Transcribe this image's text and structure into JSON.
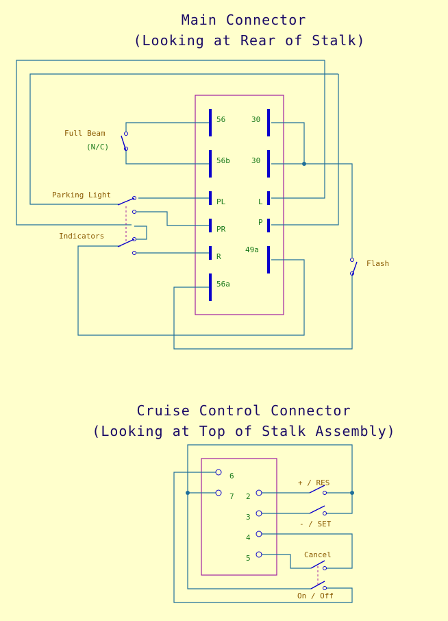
{
  "main_connector": {
    "title_line1": "Main Connector",
    "title_line2": "(Looking at Rear of Stalk)",
    "labels": {
      "full_beam": "Full Beam",
      "nc": "(N/C)",
      "parking_light": "Parking Light",
      "indicators": "Indicators",
      "flash": "Flash"
    },
    "pins": {
      "p56": "56",
      "p56b": "56b",
      "pPL": "PL",
      "pPR": "PR",
      "pR": "R",
      "p56a": "56a",
      "p30a": "30",
      "p30b": "30",
      "pL": "L",
      "pP": "P",
      "p49a": "49a"
    }
  },
  "cruise_connector": {
    "title_line1": "Cruise Control Connector",
    "title_line2": "(Looking at Top of Stalk Assembly)",
    "labels": {
      "res": "+ / RES",
      "set": "- / SET",
      "cancel": "Cancel",
      "onoff": "On / Off"
    },
    "pins": {
      "p6": "6",
      "p7": "7",
      "p2": "2",
      "p3": "3",
      "p4": "4",
      "p5": "5"
    }
  }
}
